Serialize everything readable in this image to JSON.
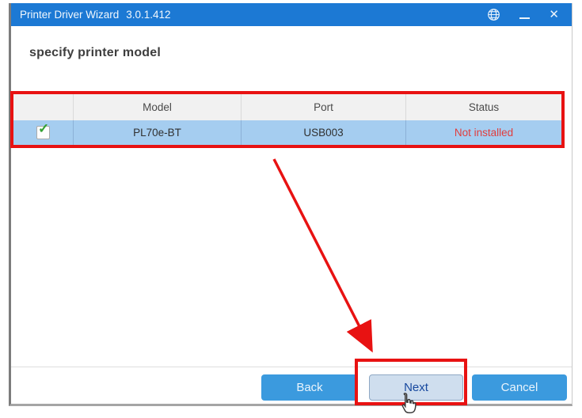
{
  "titlebar": {
    "title": "Printer Driver Wizard",
    "version": "3.0.1.412",
    "icons": [
      "globe-icon",
      "minimize-icon",
      "close-icon"
    ],
    "close_glyph": "✕"
  },
  "heading": "specify printer model",
  "printer_table": {
    "headers": {
      "model": "Model",
      "port": "Port",
      "status": "Status"
    },
    "row": {
      "checked": true,
      "check_glyph": "✓",
      "model": "PL70e-BT",
      "port": "USB003",
      "status": "Not installed",
      "selected": true
    }
  },
  "footer": {
    "back": "Back",
    "next": "Next",
    "cancel": "Cancel"
  },
  "annotations": {
    "highlight_table": true,
    "highlight_next_button": true,
    "arrow_points_to": "Next button"
  },
  "colors": {
    "titlebar_blue": "#1c79d4",
    "button_blue": "#3b9ade",
    "next_button_bg": "#cfdeee",
    "next_button_text": "#17489e",
    "row_selected_blue": "#a5cdf0",
    "header_gray": "#f1f1f1",
    "status_error_red": "#e13d3d",
    "annotation_red": "#e81212",
    "check_green": "#33a133"
  }
}
